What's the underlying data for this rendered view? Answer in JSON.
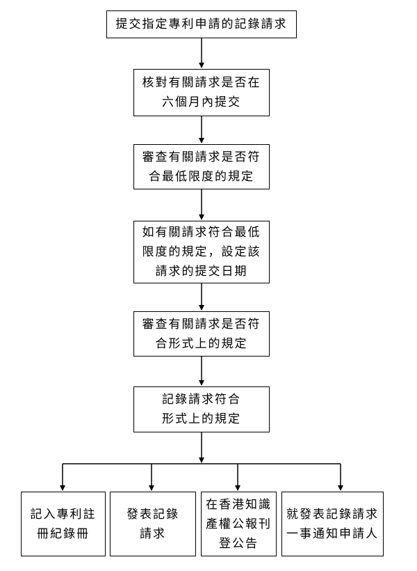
{
  "steps": [
    {
      "lines": [
        "提交指定專利申請的記錄請求"
      ]
    },
    {
      "lines": [
        "核對有關請求是否在",
        "六個月內提交"
      ]
    },
    {
      "lines": [
        "審查有關請求是否符",
        "合最低限度的規定"
      ]
    },
    {
      "lines": [
        "如有關請求符合最低",
        "限度的規定，設定該",
        "請求的提交日期"
      ]
    },
    {
      "lines": [
        "審查有關請求是否符",
        "合形式上的規定"
      ]
    },
    {
      "lines": [
        "記錄請求符合",
        "形式上的規定"
      ]
    }
  ],
  "outcomes": [
    {
      "lines": [
        "記入專利註",
        "冊紀錄冊"
      ]
    },
    {
      "lines": [
        "發表記錄",
        "請求"
      ]
    },
    {
      "lines": [
        "在香港知識",
        "產權公報刊",
        "登公告"
      ]
    },
    {
      "lines": [
        "就發表記錄請求",
        "一事通知申請人"
      ]
    }
  ]
}
